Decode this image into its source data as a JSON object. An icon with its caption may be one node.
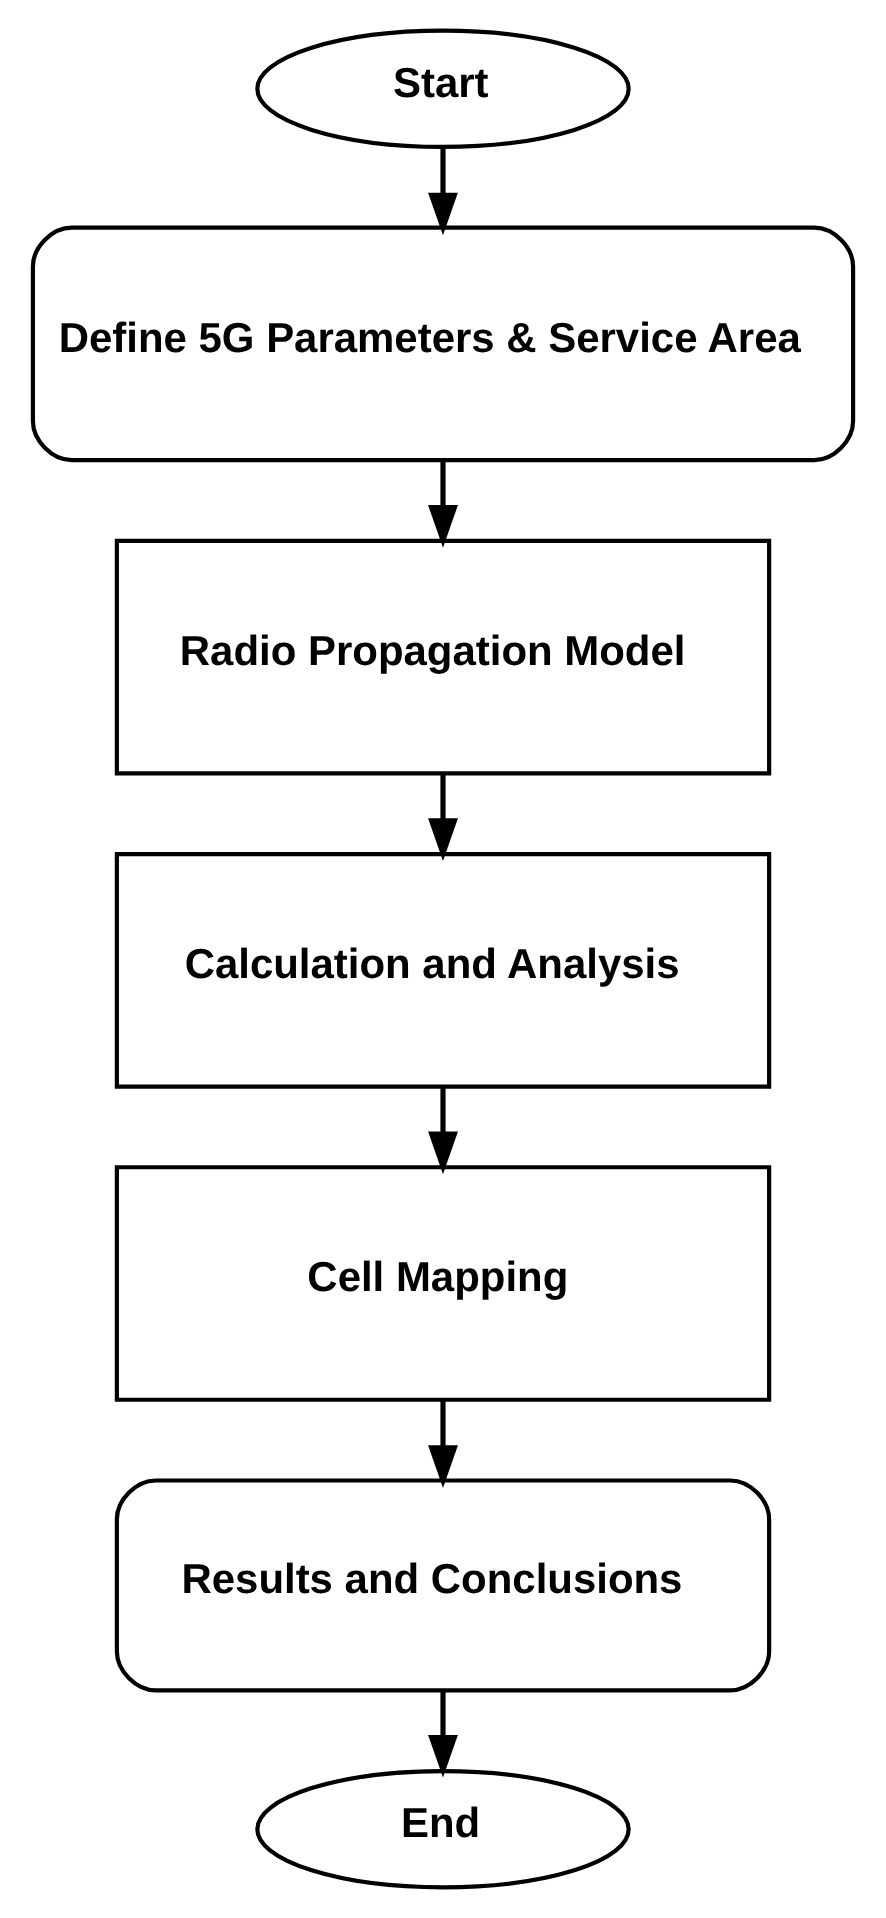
{
  "diagram": {
    "nodes": [
      {
        "text": [
          "Start"
        ]
      },
      {
        "text": [
          "Define 5G Parameters & Service Area"
        ]
      },
      {
        "text": [
          "Radio Propagation Model"
        ]
      },
      {
        "text": [
          "Calculation and Analysis"
        ]
      },
      {
        "text": [
          "Cell Mapping"
        ]
      },
      {
        "text": [
          "Results and Conclusions"
        ]
      },
      {
        "text": [
          "End"
        ]
      }
    ],
    "edges": [
      {
        "from": 0,
        "to": 1,
        "arrow": "to"
      },
      {
        "from": 1,
        "to": 2,
        "arrow": "to"
      },
      {
        "from": 2,
        "to": 3,
        "arrow": "to"
      },
      {
        "from": 3,
        "to": 4,
        "arrow": "to"
      },
      {
        "from": 4,
        "to": 5,
        "arrow": "to"
      },
      {
        "from": 5,
        "to": 6,
        "arrow": "to"
      }
    ]
  }
}
